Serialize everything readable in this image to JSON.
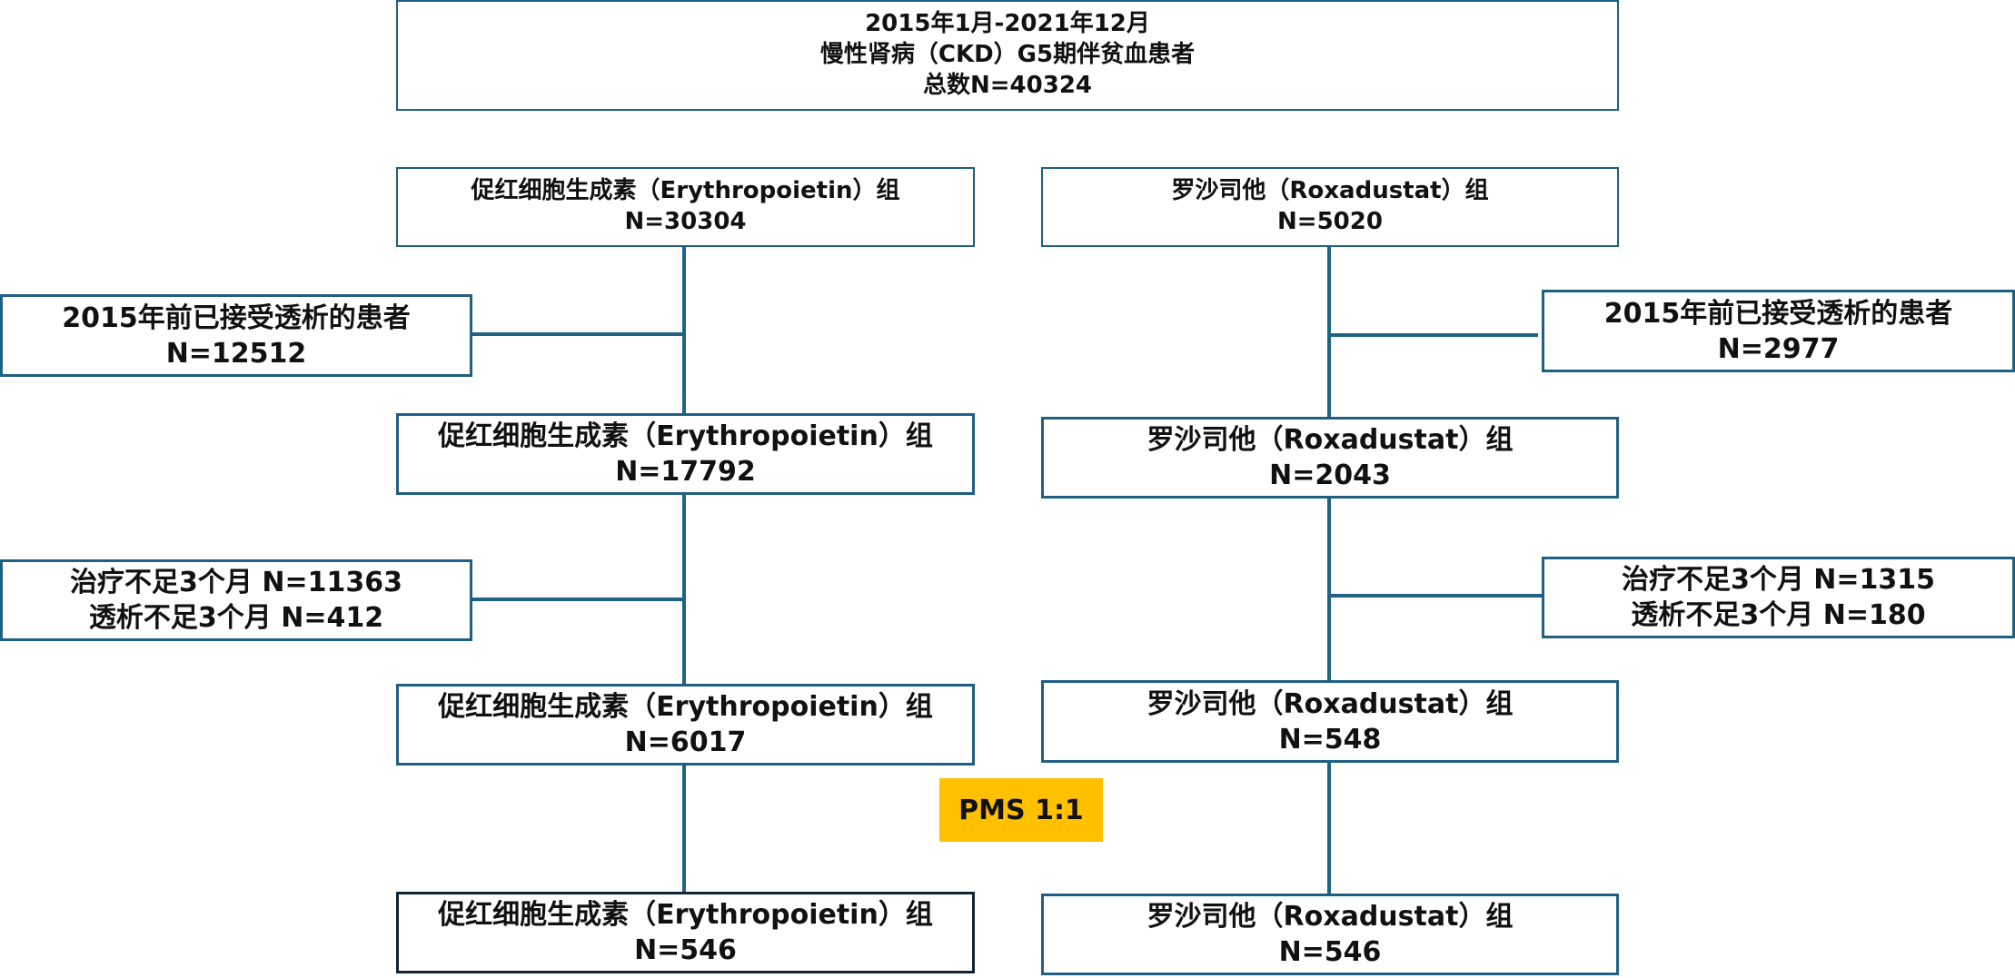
{
  "top": {
    "line1": "2015年1月-2021年12月",
    "line2": "慢性肾病（CKD）G5期伴贫血患者",
    "line3": "总数N=40324"
  },
  "epo": {
    "group1": {
      "name": "促红细胞生成素（Erythropoietin）组",
      "n": "N=30304"
    },
    "exclude1": {
      "line1": "2015年前已接受透析的患者",
      "line2": "N=12512"
    },
    "group2": {
      "name": "促红细胞生成素（Erythropoietin）组",
      "n": "N=17792"
    },
    "exclude2": {
      "line1": "治疗不足3个月 N=11363",
      "line2": "透析不足3个月 N=412"
    },
    "group3": {
      "name": "促红细胞生成素（Erythropoietin）组",
      "n": "N=6017"
    },
    "group4": {
      "name": "促红细胞生成素（Erythropoietin）组",
      "n": "N=546"
    }
  },
  "rox": {
    "group1": {
      "name": "罗沙司他（Roxadustat）组",
      "n": "N=5020"
    },
    "exclude1": {
      "line1": "2015年前已接受透析的患者",
      "line2": "N=2977"
    },
    "group2": {
      "name": "罗沙司他（Roxadustat）组",
      "n": "N=2043"
    },
    "exclude2": {
      "line1": "治疗不足3个月 N=1315",
      "line2": "透析不足3个月 N=180"
    },
    "group3": {
      "name": "罗沙司他（Roxadustat）组",
      "n": "N=548"
    },
    "group4": {
      "name": "罗沙司他（Roxadustat）组",
      "n": "N=546"
    }
  },
  "matching": {
    "label": "PMS 1:1"
  },
  "colors": {
    "border": "#1f5f82",
    "line": "#1f6383",
    "badge": "#ffc000"
  }
}
